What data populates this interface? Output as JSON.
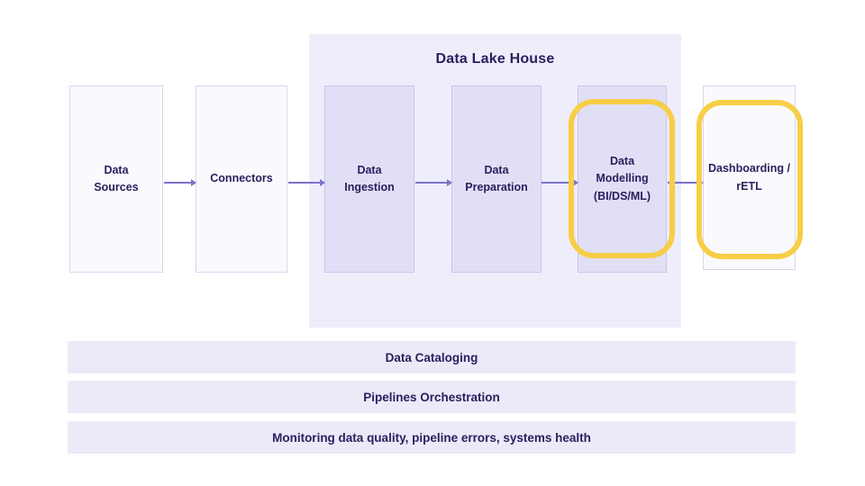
{
  "lakehouse": {
    "title": "Data Lake House"
  },
  "nodes": [
    {
      "id": "data-sources",
      "label": "Data Sources",
      "zone": "outside-lakehouse",
      "highlighted": false
    },
    {
      "id": "connectors",
      "label": "Connectors",
      "zone": "outside-lakehouse",
      "highlighted": false
    },
    {
      "id": "data-ingestion",
      "label": "Data Ingestion",
      "zone": "inside-lakehouse",
      "highlighted": false
    },
    {
      "id": "data-preparation",
      "label": "Data Preparation",
      "zone": "inside-lakehouse",
      "highlighted": false
    },
    {
      "id": "data-modelling",
      "label": "Data Modelling (BI/DS/ML)",
      "zone": "inside-lakehouse",
      "highlighted": true
    },
    {
      "id": "dashboarding",
      "label": "Dashboarding / rETL",
      "zone": "outside-lakehouse",
      "highlighted": true
    }
  ],
  "flow": [
    "Data Sources → Connectors",
    "Connectors → Data Ingestion",
    "Data Ingestion → Data Preparation",
    "Data Preparation → Data Modelling (BI/DS/ML)",
    "Data Modelling (BI/DS/ML) → Dashboarding / rETL"
  ],
  "layers": [
    {
      "label": "Data Cataloging"
    },
    {
      "label": "Pipelines Orchestration"
    },
    {
      "label": "Monitoring data quality, pipeline errors, systems health"
    }
  ],
  "colors": {
    "background": "#ffffff",
    "lakehouse_fill": "#eeedfa",
    "inner_box_fill": "#e1dff6",
    "inner_box_border": "#c9c5ec",
    "outer_box_fill": "#fafafe",
    "outer_box_border": "#d9d7ee",
    "layer_fill": "#eaeaf8",
    "text": "#29215e",
    "arrow": "#7b73c9",
    "highlight": "#f7ce46"
  }
}
